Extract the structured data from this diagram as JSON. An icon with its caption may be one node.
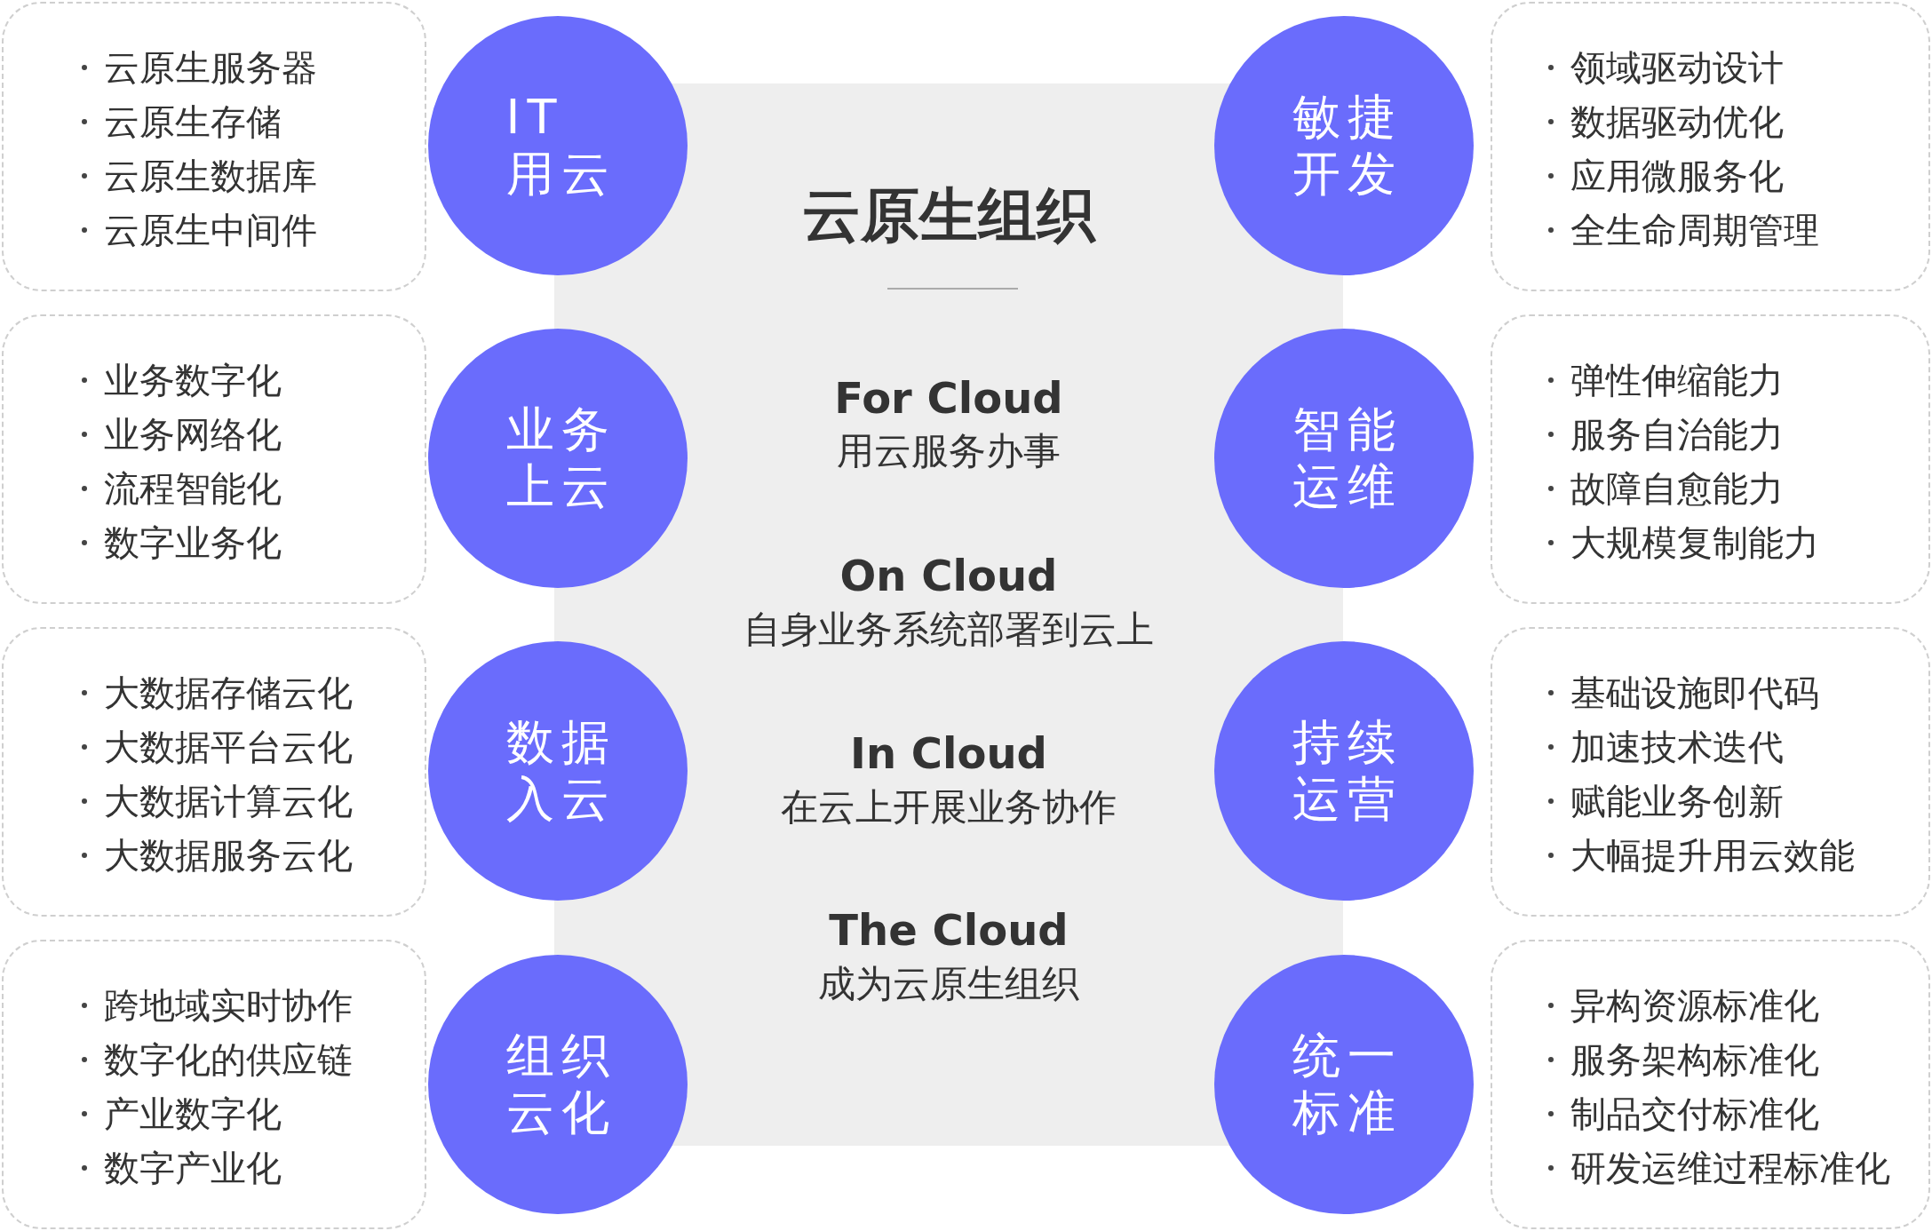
{
  "diagram": {
    "nodes": [
      {
        "text": [
          "云原生组织",
          "For Cloud",
          "用云服务办事",
          "On Cloud",
          "自身业务系统部署到云上",
          "In Cloud",
          "在云上开展业务协作",
          "The Cloud",
          "成为云原生组织"
        ]
      },
      {
        "text": [
          "云原生服务器",
          "云原生存储",
          "云原生数据库",
          "云原生中间件"
        ]
      },
      {
        "text": [
          "IT用云"
        ]
      },
      {
        "text": [
          "敏捷开发"
        ]
      },
      {
        "text": [
          "领域驱动设计",
          "数据驱动优化",
          "应用微服务化",
          "全生命周期管理"
        ]
      },
      {
        "text": [
          "业务数字化",
          "业务网络化",
          "流程智能化",
          "数字业务化"
        ]
      },
      {
        "text": [
          "业务上云"
        ]
      },
      {
        "text": [
          "智能运维"
        ]
      },
      {
        "text": [
          "弹性伸缩能力",
          "服务自治能力",
          "故障自愈能力",
          "大规模复制能力"
        ]
      },
      {
        "text": [
          "大数据存储云化",
          "大数据平台云化",
          "大数据计算云化",
          "大数据服务云化"
        ]
      },
      {
        "text": [
          "数据入云"
        ]
      },
      {
        "text": [
          "持续运营"
        ]
      },
      {
        "text": [
          "基础设施即代码",
          "加速技术迭代",
          "赋能业务创新",
          "大幅提升用云效能"
        ]
      },
      {
        "text": [
          "跨地域实时协作",
          "数字化的供应链",
          "产业数字化",
          "数字产业化"
        ]
      },
      {
        "text": [
          "组织云化"
        ]
      },
      {
        "text": [
          "统一标准"
        ]
      },
      {
        "text": [
          "异构资源标准化",
          "服务架构标准化",
          "制品交付标准化",
          "研发运维过程标准化"
        ]
      }
    ]
  }
}
